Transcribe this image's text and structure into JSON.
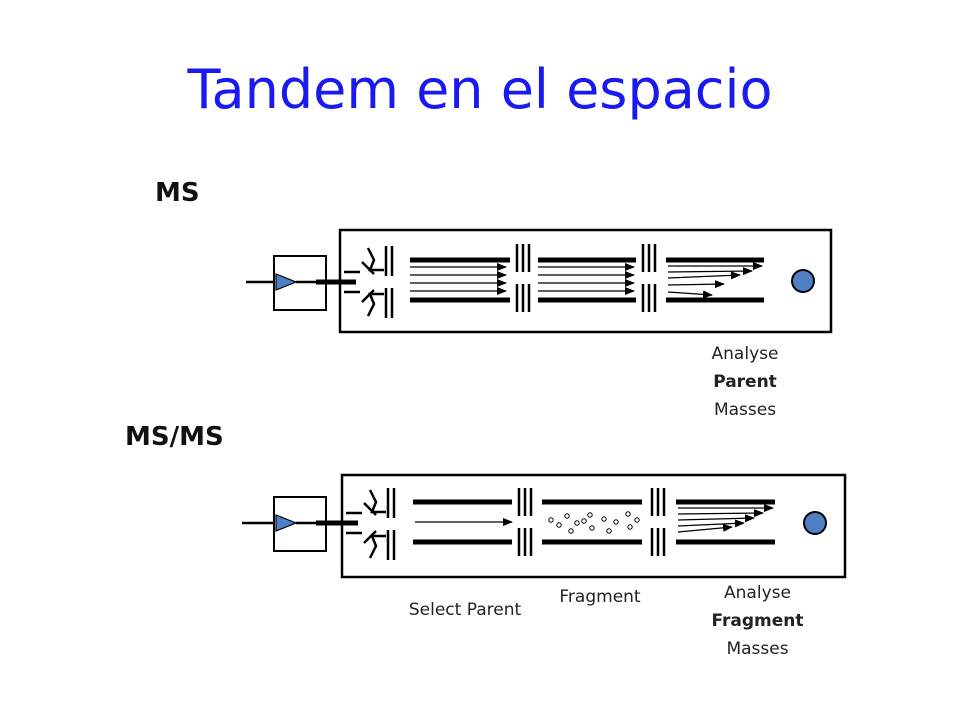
{
  "title": "Tandem en el espacio",
  "ms": {
    "label": "MS",
    "caption": {
      "line1": "Analyse",
      "line2": "Parent",
      "line3": "Masses"
    }
  },
  "msms": {
    "label": "MS/MS",
    "select_caption": "Select Parent",
    "fragment_caption": "Fragment",
    "analyse_caption": {
      "line1": "Analyse",
      "line2": "Fragment",
      "line3": "Masses"
    }
  },
  "colors": {
    "title": "#1a1af0",
    "detector": "#4f7fc4",
    "source_triangle": "#4f7fc4"
  }
}
